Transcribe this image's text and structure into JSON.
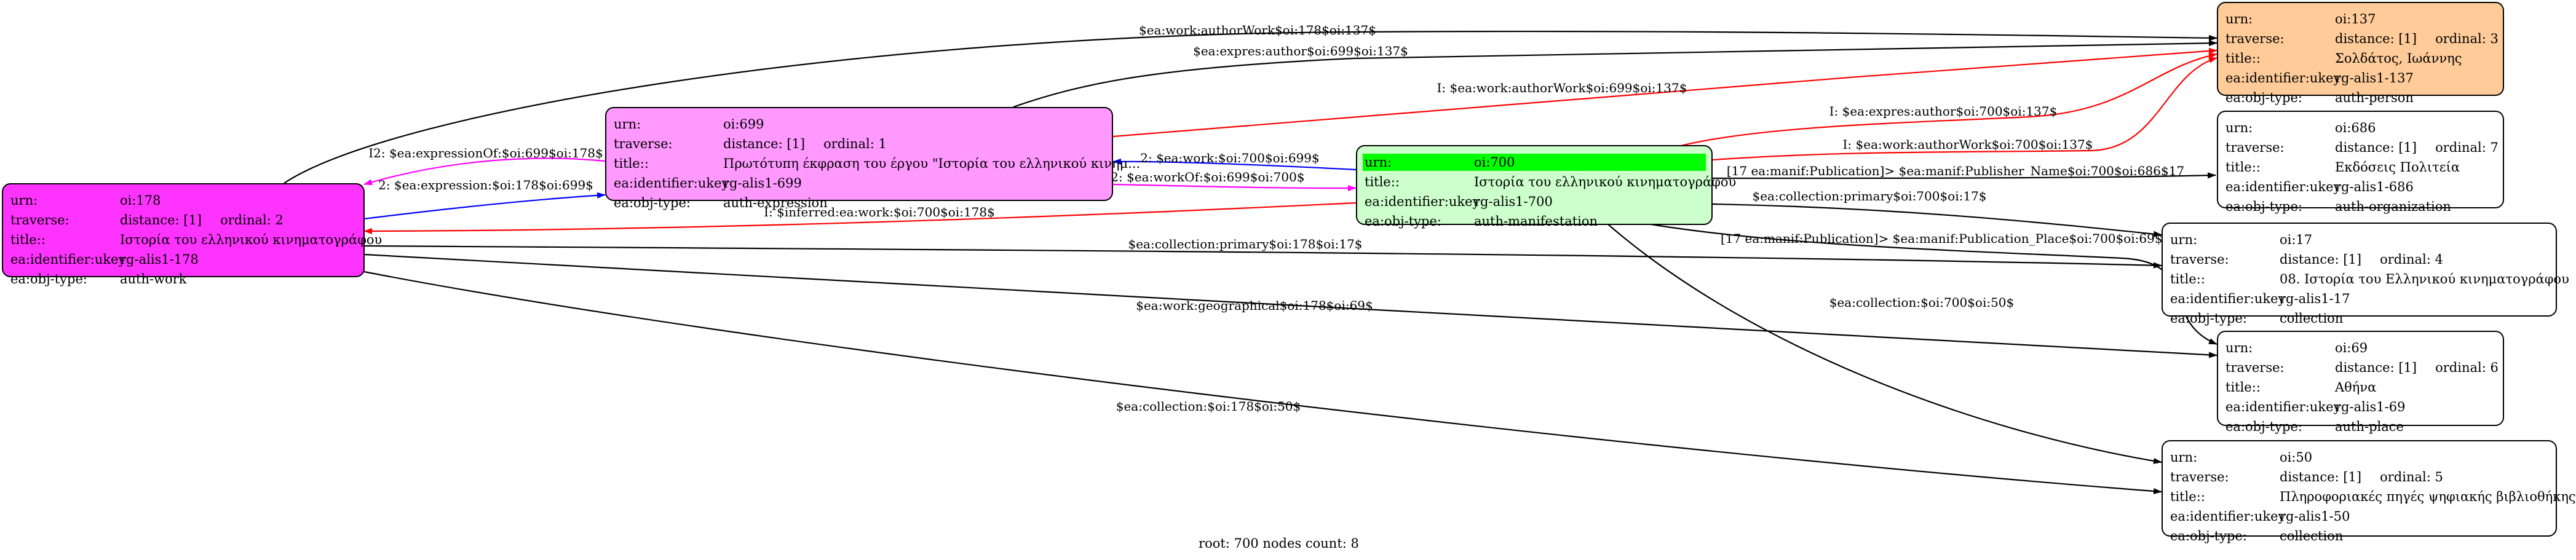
{
  "colors": {
    "n178": "#ff33ff",
    "n699": "#ff99ff",
    "n700": "#ccffcc",
    "n137": "#ffcc99",
    "plain": "#ffffff",
    "root_highlight": "#00ff00",
    "edge_black": "#000000",
    "edge_red": "#ff0000",
    "edge_blue": "#0000ff",
    "edge_magenta": "#ff00ff"
  },
  "keys": {
    "urn": "urn:",
    "traverse": "traverse:",
    "title": "title::",
    "ukey": "ea:identifier:ukey",
    "objtype": "ea:obj-type:"
  },
  "nodes": {
    "n178": {
      "urn": "oi:178",
      "distance": "distance: [1]",
      "ordinal": "ordinal: 2",
      "title": "Ιστορία του ελληνικού κινηματογράφου",
      "ukey": "rg-alis1-178",
      "objtype": "auth-work"
    },
    "n699": {
      "urn": "oi:699",
      "distance": "distance: [1]",
      "ordinal": "ordinal: 1",
      "title": "Πρωτότυπη έκφραση του έργου  \"Ιστορία του ελληνικού κινημ...",
      "ukey": "rg-alis1-699",
      "objtype": "auth-expression"
    },
    "n700": {
      "urn": "oi:700",
      "title": "Ιστορία του ελληνικού κινηματογράφου",
      "ukey": "rg-alis1-700",
      "objtype": "auth-manifestation"
    },
    "n137": {
      "urn": "oi:137",
      "distance": "distance: [1]",
      "ordinal": "ordinal: 3",
      "title": "Σολδάτος, Ιωάννης",
      "ukey": "rg-alis1-137",
      "objtype": "auth-person"
    },
    "n686": {
      "urn": "oi:686",
      "distance": "distance: [1]",
      "ordinal": "ordinal: 7",
      "title": "Εκδόσεις Πολιτεία",
      "ukey": "rg-alis1-686",
      "objtype": "auth-organization"
    },
    "n17": {
      "urn": "oi:17",
      "distance": "distance: [1]",
      "ordinal": "ordinal: 4",
      "title": "08. Ιστορία του Ελληνικού κινηματογράφου",
      "ukey": "rg-alis1-17",
      "objtype": "collection"
    },
    "n69": {
      "urn": "oi:69",
      "distance": "distance: [1]",
      "ordinal": "ordinal: 6",
      "title": "Αθήνα",
      "ukey": "rg-alis1-69",
      "objtype": "auth-place"
    },
    "n50": {
      "urn": "oi:50",
      "distance": "distance: [1]",
      "ordinal": "ordinal: 5",
      "title": "Πληροφοριακές πηγές ψηφιακής βιβλιοθήκης",
      "ukey": "rg-alis1-50",
      "objtype": "collection"
    }
  },
  "edges": [
    {
      "id": "e1",
      "label": "$ea:work:authorWork$oi:178$oi:137$",
      "color": "edge_black"
    },
    {
      "id": "e2",
      "label": "$ea:expres:author$oi:699$oi:137$",
      "color": "edge_black"
    },
    {
      "id": "e3",
      "label": "I: $ea:work:authorWork$oi:699$oi:137$",
      "color": "edge_red"
    },
    {
      "id": "e4",
      "label": "I: $ea:expres:author$oi:700$oi:137$",
      "color": "edge_red"
    },
    {
      "id": "e5",
      "label": "I: $ea:work:authorWork$oi:700$oi:137$",
      "color": "edge_red"
    },
    {
      "id": "e6",
      "label": "[17 ea:manif:Publication]> $ea:manif:Publisher_Name$oi:700$oi:686$17",
      "color": "edge_black"
    },
    {
      "id": "e7",
      "label": "$ea:collection:primary$oi:700$oi:17$",
      "color": "edge_black"
    },
    {
      "id": "e8",
      "label": "[17 ea:manif:Publication]> $ea:manif:Publication_Place$oi:700$oi:69$17",
      "color": "edge_black"
    },
    {
      "id": "e9",
      "label": "$ea:collection:$oi:700$oi:50$",
      "color": "edge_black"
    },
    {
      "id": "e10",
      "label": "I2: $ea:expressionOf:$oi:699$oi:178$",
      "color": "edge_magenta"
    },
    {
      "id": "e11",
      "label": "2: $ea:expression:$oi:178$oi:699$",
      "color": "edge_blue"
    },
    {
      "id": "e12",
      "label": "2: $ea:work:$oi:700$oi:699$",
      "color": "edge_blue"
    },
    {
      "id": "e13",
      "label": "I2: $ea:workOf:$oi:699$oi:700$",
      "color": "edge_magenta"
    },
    {
      "id": "e14",
      "label": "I: $inferred:ea:work:$oi:700$oi:178$",
      "color": "edge_red"
    },
    {
      "id": "e15",
      "label": "$ea:collection:primary$oi:178$oi:17$",
      "color": "edge_black"
    },
    {
      "id": "e16",
      "label": "$ea:work:geographical$oi:178$oi:69$",
      "color": "edge_black"
    },
    {
      "id": "e17",
      "label": "$ea:collection:$oi:178$oi:50$",
      "color": "edge_black"
    }
  ],
  "footer": "root: 700 nodes count: 8"
}
